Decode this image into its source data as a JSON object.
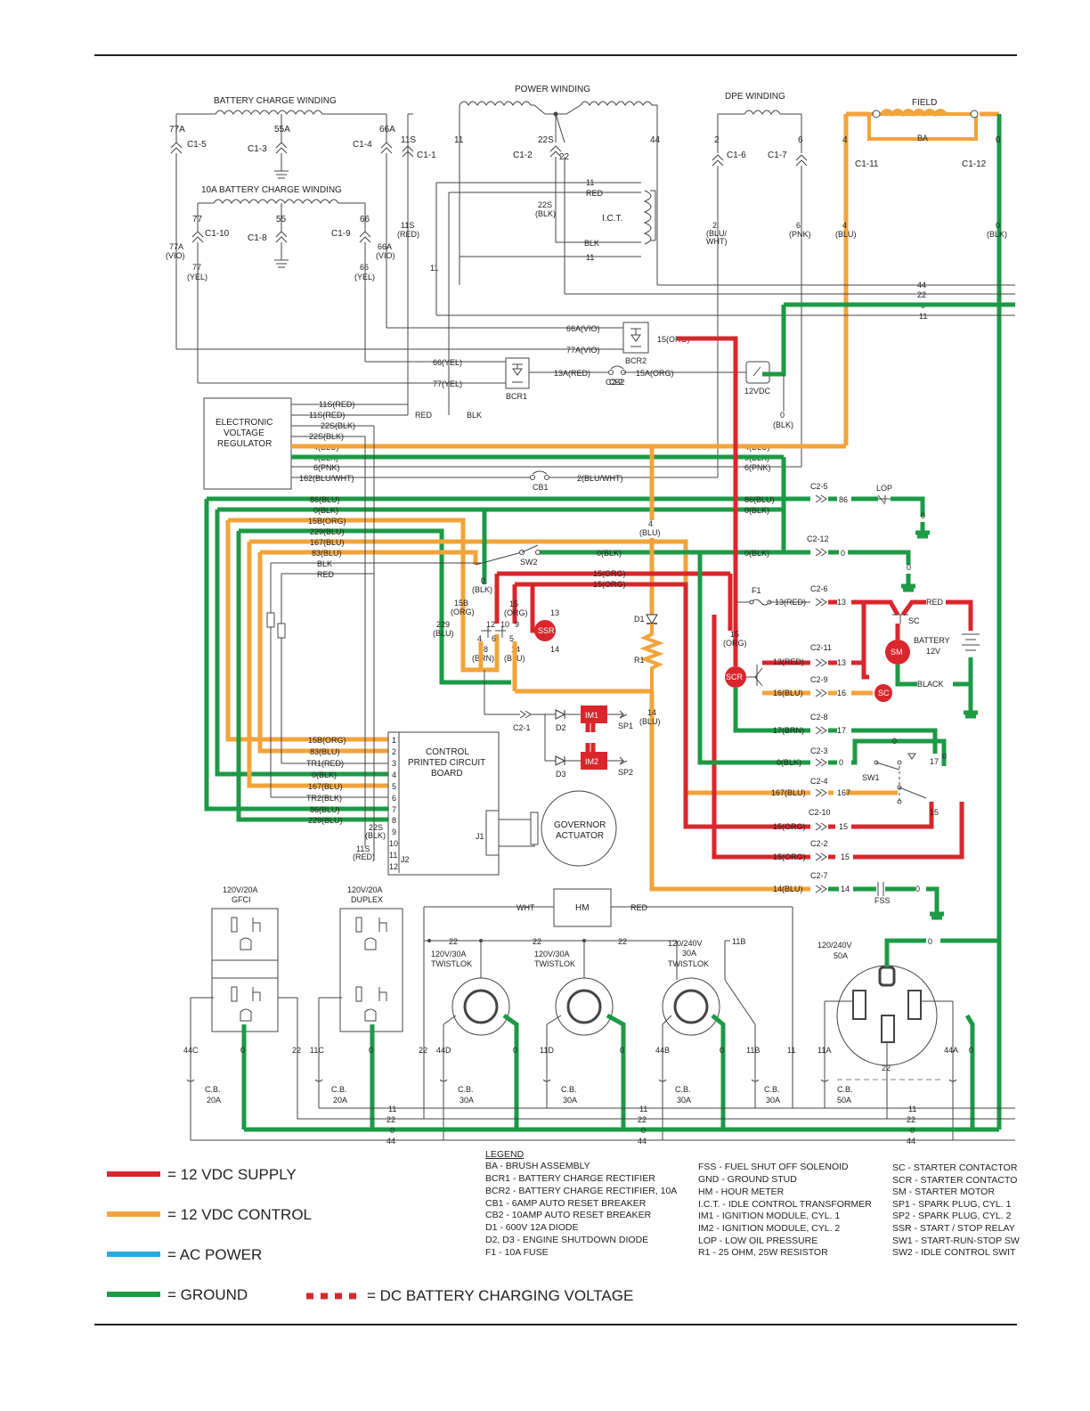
{
  "components": {
    "battery_charge_winding": "BATTERY CHARGE WINDING",
    "power_winding": "POWER WINDING",
    "dpe_winding": "DPE WINDING",
    "field": "FIELD",
    "ba": "BA",
    "charge_winding_10a": "10A BATTERY CHARGE WINDING",
    "ict": "I.C.T.",
    "evr": [
      "ELECTRONIC",
      "VOLTAGE",
      "REGULATOR"
    ],
    "bcr1": "BCR1",
    "bcr2": "BCR2",
    "cb1": "CB1",
    "cb2": "CB2",
    "vdc12": "12VDC",
    "lop": "LOP",
    "sw2": "SW2",
    "sw1": "SW1",
    "ssr": "SSR",
    "scr": "SCR",
    "sm": "SM",
    "sc": "SC",
    "sc_label": "SC",
    "battery": [
      "BATTERY",
      "12V"
    ],
    "d1": "D1",
    "r1": "R1",
    "f1": "F1",
    "im1": "IM1",
    "im2": "IM2",
    "d2": "D2",
    "d3": "D3",
    "sp1": "SP1",
    "sp2": "SP2",
    "cpcb": [
      "CONTROL",
      "PRINTED CIRCUIT",
      "BOARD"
    ],
    "gov": [
      "GOVERNOR",
      "ACTUATOR"
    ],
    "j1": "J1",
    "j2": "J2",
    "hm": "HM",
    "fss": "FSS",
    "gfci": [
      "120V/20A",
      "GFCI"
    ],
    "duplex": [
      "120V/20A",
      "DUPLEX"
    ],
    "twist1": [
      "120V/30A",
      "TWISTLOK"
    ],
    "twist2": [
      "120V/30A",
      "TWISTLOK"
    ],
    "twist3": [
      "120/240V",
      "30A",
      "TWISTLOK"
    ],
    "r50": [
      "120/240V",
      "50A"
    ]
  },
  "connectors": {
    "c15": "C1-5",
    "c13": "C1-3",
    "c14": "C1-4",
    "c11": "C1-1",
    "c12": "C1-2",
    "c16": "C1-6",
    "c17": "C1-7",
    "c111": "C1-11",
    "c112": "C1-12",
    "c110": "C1-10",
    "c18": "C1-8",
    "c19": "C1-9",
    "c25": "C2-5",
    "c212": "C2-12",
    "c26": "C2-6",
    "c211": "C2-11",
    "c29": "C2-9",
    "c28": "C2-8",
    "c23": "C2-3",
    "c24": "C2-4",
    "c210": "C2-10",
    "c22": "C2-2",
    "c27": "C2-7",
    "c21": "C2-1"
  },
  "wires": {
    "w77a": "77A",
    "w55a": "55A",
    "w66a": "66A",
    "w11s": "11S",
    "w11": "11",
    "w22s": "22S",
    "w22": "22",
    "w44": "44",
    "w2": "2",
    "w6": "6",
    "w4": "4",
    "w0": "0",
    "w77": "77",
    "w55": "55",
    "w66": "66",
    "w11s_red": [
      "11S",
      "(RED)"
    ],
    "w77a_vio": [
      "77A",
      "(VIO)"
    ],
    "w66a_vio": [
      "66A",
      "(VIO)"
    ],
    "w77_yel": [
      "77",
      "(YEL)"
    ],
    "w66_yel": [
      "66",
      "(YEL)"
    ],
    "w22s_blk": [
      "22S",
      "(BLK)"
    ],
    "w2_bluwht": [
      "2",
      "(BLU/",
      "WHT)"
    ],
    "w6_pnk": [
      "6",
      "(PNK)"
    ],
    "w4_blu": [
      "4",
      "(BLU)"
    ],
    "w0_blk": [
      "0",
      "(BLK)"
    ],
    "ict_11": "11",
    "ict_red": "RED",
    "ict_blk": "BLK",
    "ict_11b": "11",
    "bus_44": "44",
    "bus_22": "22",
    "bus_0": "0",
    "bus_11": "11",
    "l66avio": "66A(VIO)",
    "l77avio": "77A(VIO)",
    "l15org": "15(ORG)",
    "l66yel": "66(YEL)",
    "l77yel": "77(YEL)",
    "l13ared": "13A(RED)",
    "l15aorg": "15A(ORG)",
    "red": "RED",
    "blk": "BLK",
    "evr_pins": [
      "11S(RED)",
      "11S(RED)",
      "22S(BLK)",
      "22S(BLK)",
      "4(BLU)",
      "0(BLK)",
      "6(PNK)",
      "162(BLU/WHT)"
    ],
    "r_4blu": "4(BLU)",
    "r_0blk": "0(BLK)",
    "r_6pnk": "6(PNK)",
    "l2bluwht": "2(BLU/WHT)",
    "left_pins": [
      "86(BLU)",
      "0(BLK)",
      "15B(ORG)",
      "229(BLU)",
      "167(BLU)",
      "83(BLU)",
      "BLK",
      "RED"
    ],
    "r_86blu": "86(BLU)",
    "r_0blk2": "0(BLK)",
    "r_0blk3": "0(BLK)",
    "sw2_0blk": "0(BLK)",
    "l15org1": "15(ORG)",
    "l15org2": "15(ORG)",
    "v4blu": [
      "4",
      "(BLU)"
    ],
    "v0blk": [
      "0",
      "(BLK)"
    ],
    "v15borg": [
      "15B",
      "(ORG)"
    ],
    "v229blu": [
      "229",
      "(BLU)"
    ],
    "v15org": [
      "15",
      "(ORG)"
    ],
    "v18brn": [
      "18",
      "(BRN)"
    ],
    "v14blu": [
      "14",
      "(BLU)"
    ],
    "n12": "12",
    "n10": "10",
    "n9": "9",
    "n4": "4",
    "n6": "6",
    "n5": "5",
    "n13": "13",
    "n14": "14",
    "v15org2": [
      "15",
      "(ORG)"
    ],
    "v14blu2": [
      "14",
      "(BLU)"
    ],
    "c2_86": "86",
    "c2_0a": "0",
    "c2_13red": "13(RED)",
    "c2_13": "13",
    "c2_13red2": "13(RED)",
    "c2_13b": "13",
    "c2_16blu": "16(BLU)",
    "c2_16": "16",
    "c2_17brn": "17(BRN)",
    "c2_17": "17",
    "c2_0blk": "0(BLK)",
    "c2_0": "0",
    "c2_167blu": "167(BLU)",
    "c2_167": "167",
    "c2_15org": "15(ORG)",
    "c2_15": "15",
    "c2_15org2": "15(ORG)",
    "c2_15b": "15",
    "c2_14blu": "14(BLU)",
    "c2_14": "14",
    "lop_0": "0",
    "gnd_0": "0",
    "fss_0": "0",
    "bat_red": "RED",
    "bat_black": "BLACK",
    "sw1_0": "0",
    "sw1_17": "17",
    "sw1_0b": "0",
    "sw1_15": "15",
    "pcb_pins": [
      "15B(ORG)",
      "83(BLU)",
      "TR1(RED)",
      "0(BLK)",
      "167(BLU)",
      "TR2(BLK)",
      "86(BLU)",
      "229(BLU)"
    ],
    "pcb_nums": [
      "1",
      "2",
      "3",
      "4",
      "5",
      "6",
      "7",
      "8",
      "9",
      "10",
      "11",
      "12"
    ],
    "pcb_22s": [
      "22S",
      "(BLK)"
    ],
    "pcb_11s": [
      "11S",
      "(RED)"
    ],
    "wht": "WHT",
    "hm_red": "RED",
    "out_22a": "22",
    "out_22b": "22",
    "out_22c": "22",
    "out_11b": "11B",
    "out_0": "0",
    "rcpt_labels": [
      "44C",
      "0",
      "22",
      "11C",
      "0",
      "22",
      "44D",
      "0",
      "11D",
      "0",
      "44B",
      "0",
      "11B",
      "11",
      "11A",
      "22",
      "44A",
      "0"
    ],
    "cb_labels": [
      [
        "C.B.",
        "20A"
      ],
      [
        "C.B.",
        "20A"
      ],
      [
        "C.B.",
        "30A"
      ],
      [
        "C.B.",
        "30A"
      ],
      [
        "C.B.",
        "30A"
      ],
      [
        "C.B.",
        "30A"
      ],
      [
        "C.B.",
        "50A"
      ]
    ],
    "bottom_bus": [
      "11",
      "22",
      "0",
      "44",
      "11",
      "22",
      "0",
      "44",
      "11",
      "22",
      "0",
      "44"
    ]
  },
  "legend": {
    "items": [
      {
        "label": "= 12 VDC SUPPLY",
        "color": "#d9262c"
      },
      {
        "label": "= 12 VDC CONTROL",
        "color": "#f2a33a"
      },
      {
        "label": "= AC POWER",
        "color": "#2aa8e0"
      },
      {
        "label": "= GROUND",
        "color": "#1c9a45"
      }
    ],
    "dashed": "= DC BATTERY CHARGING VOLTAGE",
    "title": "LEGEND",
    "col1": [
      "BA - BRUSH ASSEMBLY",
      "BCR1 - BATTERY CHARGE RECTIFIER",
      "BCR2 - BATTERY CHARGE RECTIFIER, 10A",
      "CB1 - 6AMP AUTO RESET BREAKER",
      "CB2 - 10AMP AUTO RESET BREAKER",
      "D1 - 600V 12A DIODE",
      "D2, D3 - ENGINE SHUTDOWN DIODE",
      "F1 - 10A FUSE"
    ],
    "col2": [
      "FSS - FUEL SHUT OFF SOLENOID",
      "GND - GROUND STUD",
      "HM - HOUR METER",
      "I.C.T. - IDLE CONTROL TRANSFORMER",
      "IM1 - IGNITION MODULE, CYL. 1",
      "IM2 - IGNITION MODULE, CYL. 2",
      "LOP - LOW OIL PRESSURE",
      "R1 - 25 OHM, 25W RESISTOR"
    ],
    "col3": [
      "SC - STARTER CONTACTOR",
      "SCR - STARTER CONTACTO",
      "SM - STARTER MOTOR",
      "SP1 - SPARK PLUG, CYL. 1",
      "SP2 - SPARK PLUG, CYL. 2",
      "SSR - START / STOP RELAY",
      "SW1 - START-RUN-STOP SW",
      "SW2 - IDLE CONTROL SWIT"
    ]
  },
  "colors": {
    "supply": "#d9262c",
    "control": "#f2a33a",
    "ac": "#2aa8e0",
    "ground": "#1c9a45"
  }
}
